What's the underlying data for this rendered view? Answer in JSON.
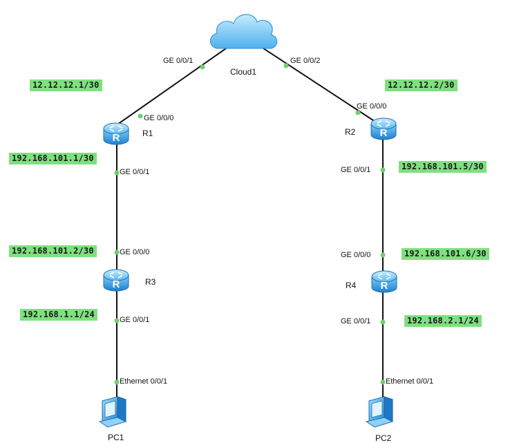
{
  "colors": {
    "link": "#111111",
    "port_dot": "#6fd06f",
    "ip_label_bg": "#7ee07e",
    "router_body": "#2e8fd6",
    "cloud_fill": "#6fc3f2"
  },
  "cloud": {
    "name": "Cloud1",
    "icon": "cloud-icon"
  },
  "routers": [
    {
      "id": "r1",
      "name": "R1",
      "icon": "router-icon"
    },
    {
      "id": "r2",
      "name": "R2",
      "icon": "router-icon"
    },
    {
      "id": "r3",
      "name": "R3",
      "icon": "router-icon"
    },
    {
      "id": "r4",
      "name": "R4",
      "icon": "router-icon"
    }
  ],
  "pcs": [
    {
      "id": "pc1",
      "name": "PC1",
      "icon": "pc-icon"
    },
    {
      "id": "pc2",
      "name": "PC2",
      "icon": "pc-icon"
    }
  ],
  "ports": {
    "cloud_left": "GE 0/0/1",
    "cloud_right": "GE 0/0/2",
    "r1_up": "GE 0/0/0",
    "r1_down": "GE 0/0/1",
    "r2_up": "GE 0/0/0",
    "r2_down": "GE 0/0/1",
    "r3_up": "GE 0/0/0",
    "r3_down": "GE 0/0/1",
    "r4_up": "GE 0/0/0",
    "r4_down": "GE 0/0/1",
    "pc1": "Ethernet 0/0/1",
    "pc2": "Ethernet 0/0/1"
  },
  "ips": {
    "r1_wan": "12.12.12.1/30",
    "r2_wan": "12.12.12.2/30",
    "r1_r3": "192.168.101.1/30",
    "r3_r1": "192.168.101.2/30",
    "r3_lan": "192.168.1.1/24",
    "r2_r4": "192.168.101.5/30",
    "r4_r2": "192.168.101.6/30",
    "r4_lan": "192.168.2.1/24"
  }
}
